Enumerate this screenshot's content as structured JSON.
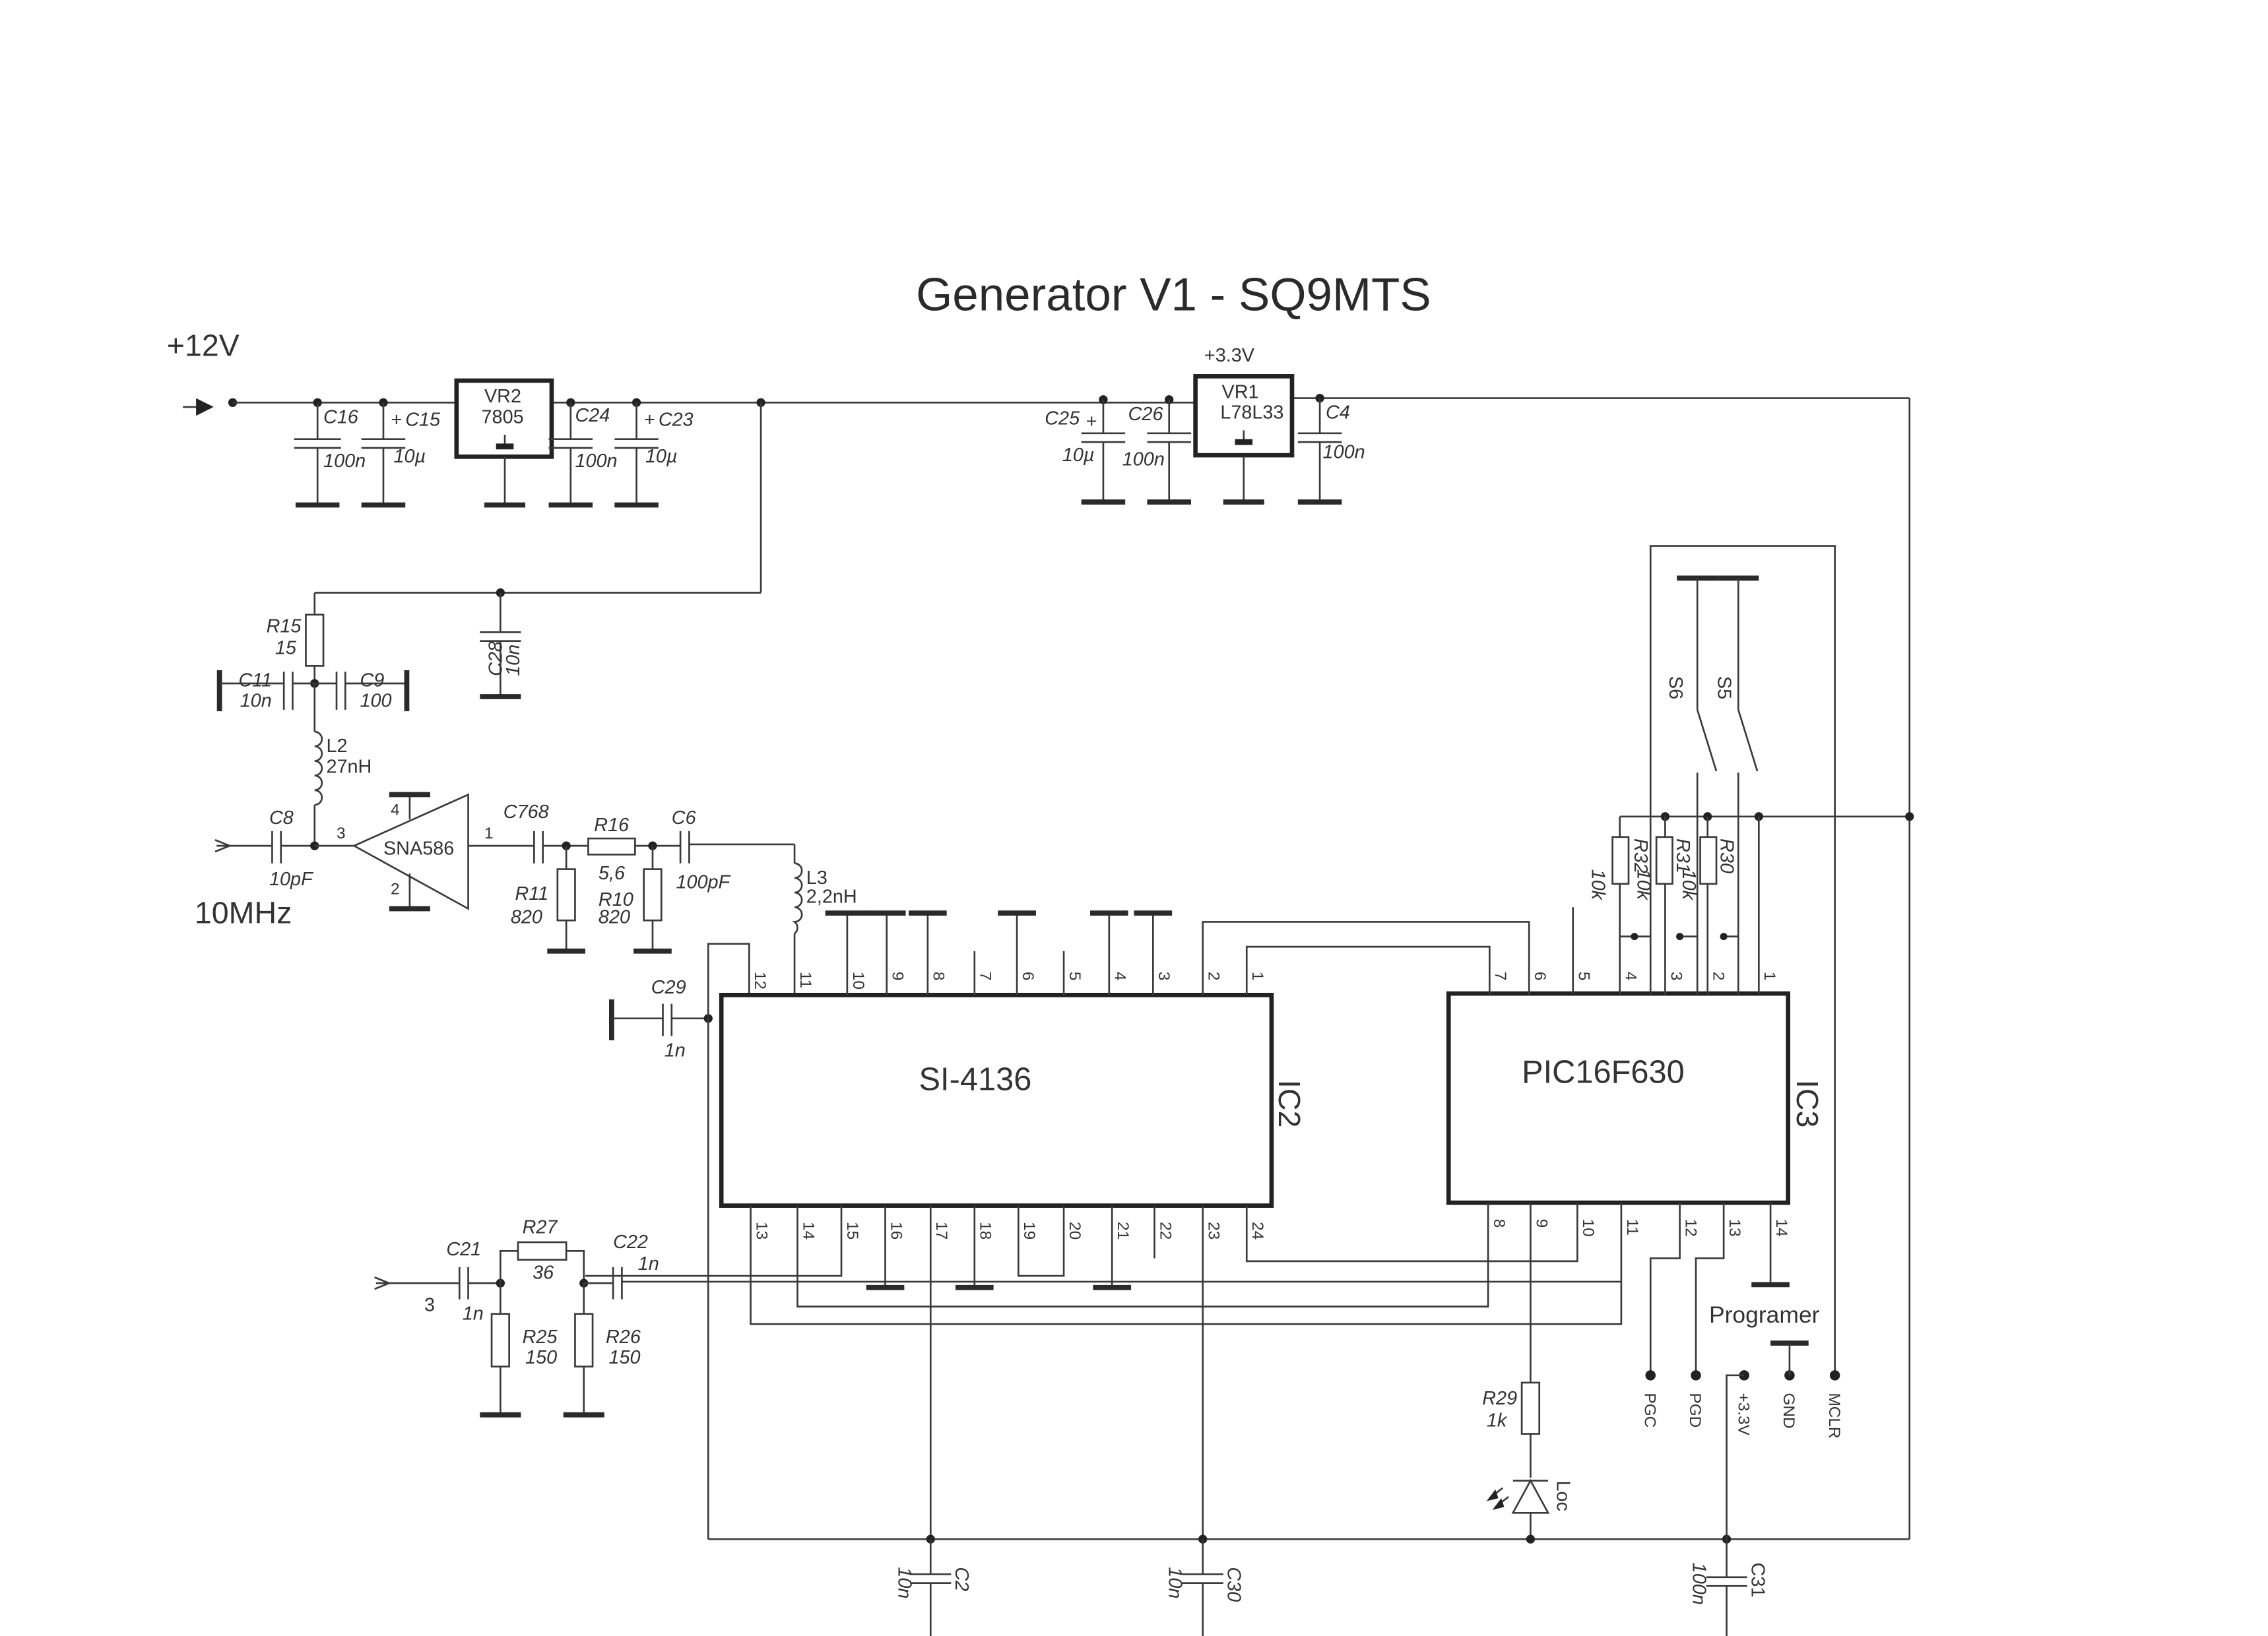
{
  "title": "Generator V1 -  SQ9MTS",
  "supply": {
    "input_label": "+12V",
    "rail_label": "+3.3V"
  },
  "input": {
    "freq_label": "10MHz",
    "port_label": "3"
  },
  "regulators": [
    {
      "ref": "VR2",
      "part": "7805"
    },
    {
      "ref": "VR1",
      "part": "L78L33"
    }
  ],
  "capacitors": [
    {
      "ref": "C16",
      "value": "100n"
    },
    {
      "ref": "C15",
      "value": "10µ",
      "polarized": true
    },
    {
      "ref": "C24",
      "value": "100n"
    },
    {
      "ref": "C23",
      "value": "10µ",
      "polarized": true
    },
    {
      "ref": "C25",
      "value": "10µ",
      "polarized": true
    },
    {
      "ref": "C26",
      "value": "100n"
    },
    {
      "ref": "C4",
      "value": "100n"
    },
    {
      "ref": "C28",
      "value": "10n"
    },
    {
      "ref": "C11",
      "value": "10n"
    },
    {
      "ref": "C9",
      "value": "100"
    },
    {
      "ref": "C8",
      "value": "10pF"
    },
    {
      "ref": "C768",
      "value": ""
    },
    {
      "ref": "C6",
      "value": "100pF"
    },
    {
      "ref": "C29",
      "value": "1n"
    },
    {
      "ref": "C21",
      "value": "1n"
    },
    {
      "ref": "C22",
      "value": "1n"
    },
    {
      "ref": "C2",
      "value": "10n"
    },
    {
      "ref": "C30",
      "value": "10n"
    },
    {
      "ref": "C31",
      "value": "100n"
    }
  ],
  "resistors": [
    {
      "ref": "R15",
      "value": "15"
    },
    {
      "ref": "R16",
      "value": "5,6"
    },
    {
      "ref": "R11",
      "value": "820"
    },
    {
      "ref": "R10",
      "value": "820"
    },
    {
      "ref": "R27",
      "value": "36"
    },
    {
      "ref": "R25",
      "value": "150"
    },
    {
      "ref": "R26",
      "value": "150"
    },
    {
      "ref": "R29",
      "value": "1k"
    },
    {
      "ref": "R32",
      "value": "10k"
    },
    {
      "ref": "R31",
      "value": "10k"
    },
    {
      "ref": "R30",
      "value": "10k"
    }
  ],
  "inductors": [
    {
      "ref": "L2",
      "value": "27nH"
    },
    {
      "ref": "L3",
      "value": "2,2nH"
    }
  ],
  "amplifier": {
    "part": "SNA586",
    "pins": [
      "4",
      "3",
      "1",
      "2"
    ]
  },
  "switches": [
    {
      "ref": "S6"
    },
    {
      "ref": "S5"
    }
  ],
  "led": {
    "ref": "Loc"
  },
  "ic2": {
    "ref": "IC2",
    "part": "SI-4136",
    "top_pins": [
      "12",
      "11",
      "10",
      "9",
      "8",
      "7",
      "6",
      "5",
      "4",
      "3",
      "2",
      "1"
    ],
    "bottom_pins": [
      "13",
      "14",
      "15",
      "16",
      "17",
      "18",
      "19",
      "20",
      "21",
      "22",
      "23",
      "24"
    ]
  },
  "ic3": {
    "ref": "IC3",
    "part": "PIC16F630",
    "top_pins": [
      "7",
      "6",
      "5",
      "4",
      "3",
      "2",
      "1"
    ],
    "bottom_pins": [
      "8",
      "9",
      "10",
      "11",
      "12",
      "13",
      "14"
    ]
  },
  "programmer": {
    "label": "Programer",
    "pins": [
      "PGC",
      "PGD",
      "+3.3V",
      "GND",
      "MCLR"
    ]
  }
}
